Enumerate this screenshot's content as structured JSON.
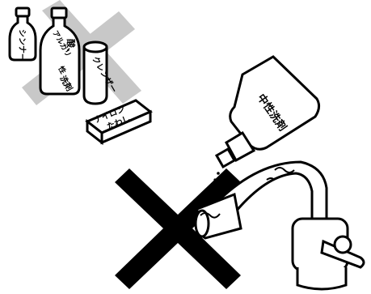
{
  "illustration": {
    "prohibited_products": {
      "thinner_label": "シンナー",
      "acid_alkali_label_1": "酸、",
      "acid_alkali_label_2": "アルカリ",
      "acid_alkali_label_3": "性",
      "acid_alkali_label_4": "洗剤",
      "cleanser_label": "クレンザー",
      "sponge_label_1": "ナイロン",
      "sponge_label_2": "たわし"
    },
    "detergent_bottle_label": "中性洗剤",
    "colors": {
      "ink": "#000000",
      "cross_band": "#c8c8c8",
      "paper": "#ffffff"
    }
  }
}
